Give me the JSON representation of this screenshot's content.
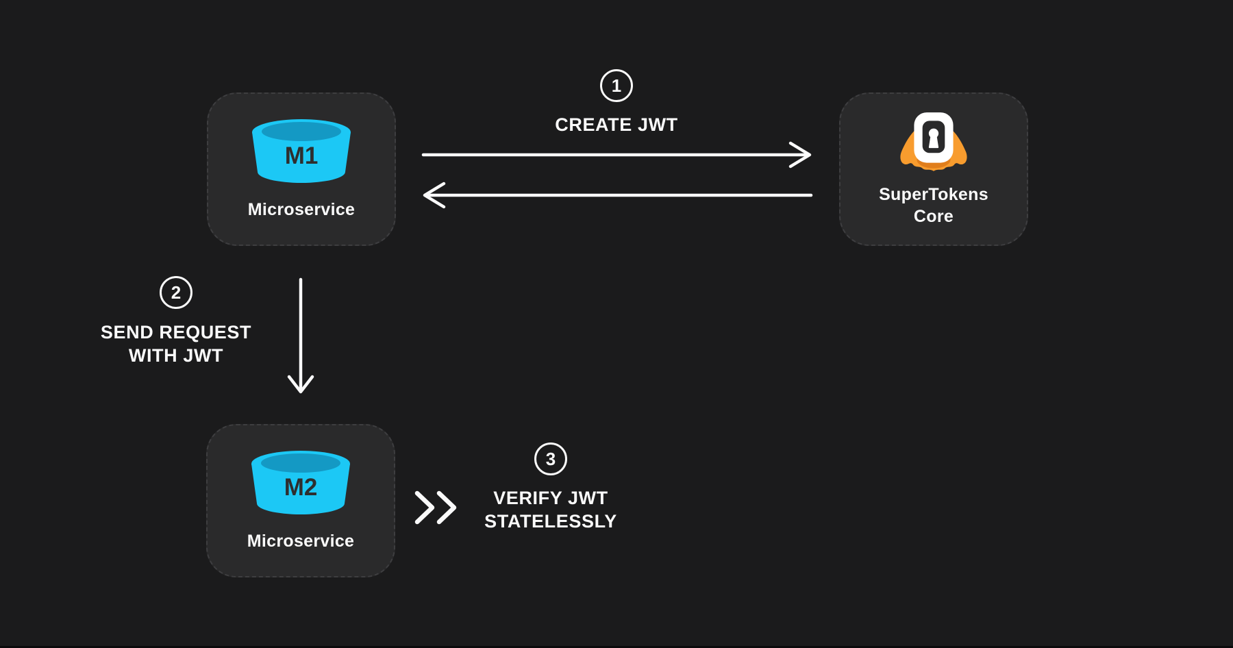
{
  "diagram": {
    "description": "JWT creation and stateless verification flow between microservices via SuperTokens Core"
  },
  "nodes": {
    "m1": {
      "icon_label": "M1",
      "label": "Microservice"
    },
    "m2": {
      "icon_label": "M2",
      "label": "Microservice"
    },
    "supertokens": {
      "label_line1": "SuperTokens",
      "label_line2": "Core"
    }
  },
  "steps": {
    "step1": {
      "number": "1",
      "label": "CREATE JWT"
    },
    "step2": {
      "number": "2",
      "line1": "SEND REQUEST",
      "line2": "WITH JWT"
    },
    "step3": {
      "number": "3",
      "line1": "VERIFY JWT",
      "line2": "STATELESSLY"
    }
  },
  "icons": {
    "m1": "database-cylinder-icon",
    "m2": "database-cylinder-icon",
    "supertokens": "supertokens-ghost-lock-icon",
    "flow": [
      "right-arrow-icon",
      "left-arrow-icon",
      "down-arrow-icon",
      "double-chevron-icon"
    ]
  },
  "colors": {
    "background": "#1B1B1C",
    "card_background": "#2A2A2B",
    "card_border": "#3E3E40",
    "cylinder_cyan": "#1CC8F5",
    "cylinder_top_dark": "#1499C4",
    "cylinder_text": "#2E2E2E",
    "supertokens_orange": "#F89C2E",
    "supertokens_orange_dark": "#E07E1C",
    "text": "#FAFAFA"
  }
}
